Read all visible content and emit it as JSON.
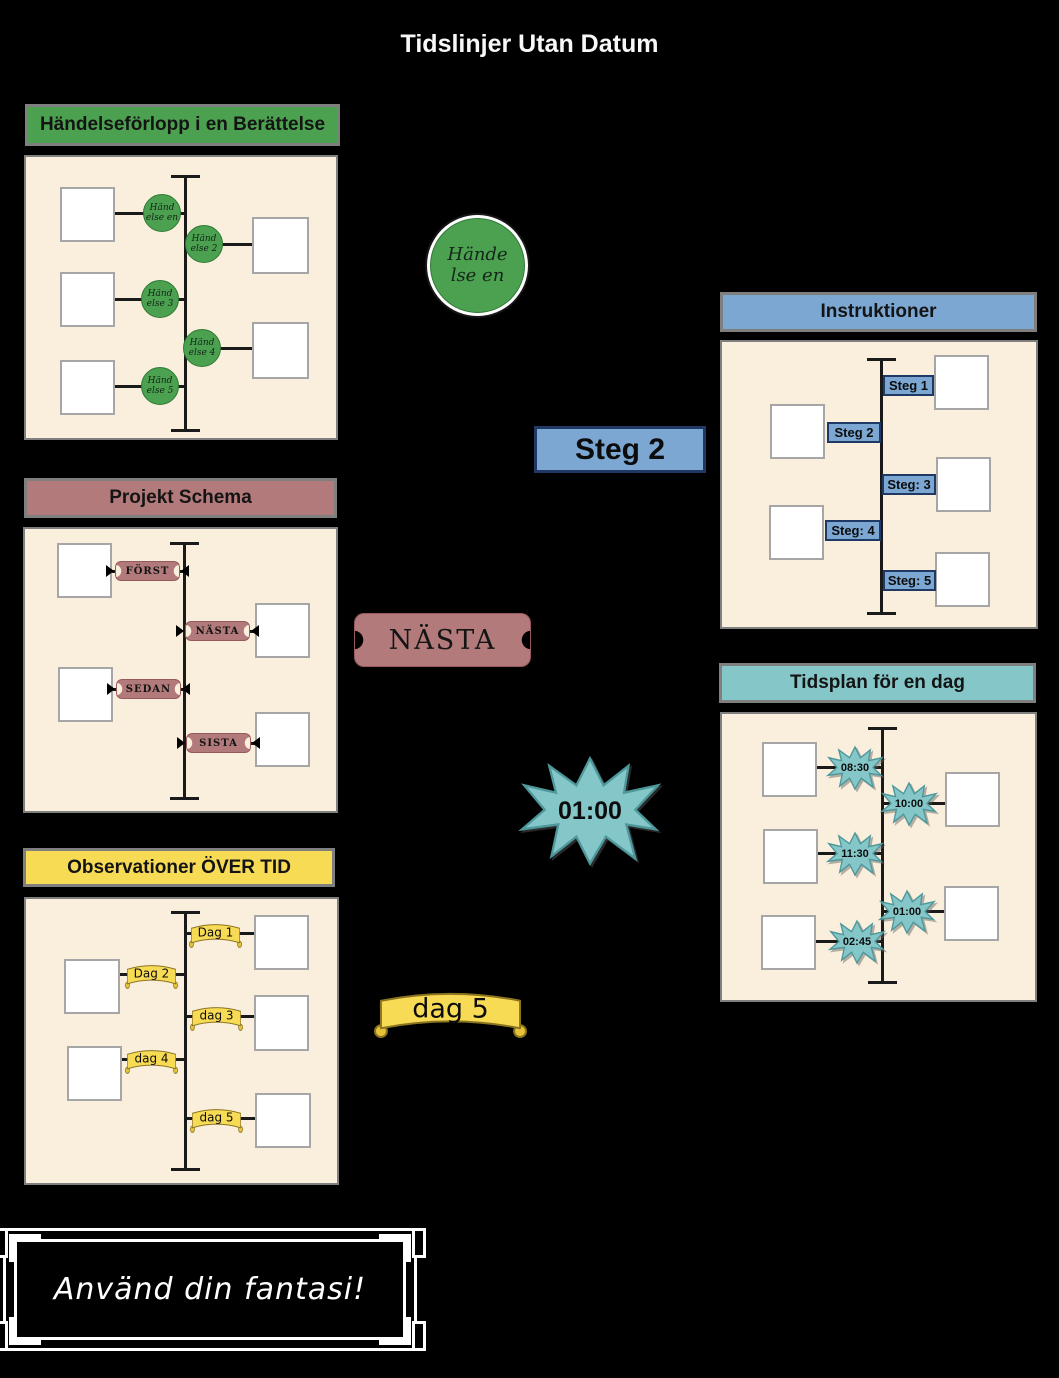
{
  "page_title": "Tidslinjer Utan Datum",
  "colors": {
    "background": "#000000",
    "panel_fill": "#FAEFDC",
    "border_grey": "#7F7F7F",
    "story_green": "#4BA14F",
    "instruction_blue": "#7BA7D2",
    "step_border_navy": "#1F3864",
    "project_maroon": "#B27A7A",
    "daily_teal": "#85C7C9",
    "observation_yellow": "#F8DB55"
  },
  "story": {
    "header": "Händelseförlopp i en Berättelse",
    "events": [
      "Händ else en",
      "Händ else 2",
      "Händ else 3",
      "Händ else 4",
      "Händ else 5"
    ]
  },
  "instructions": {
    "header": "Instruktioner",
    "steps": [
      "Steg 1",
      "Steg 2",
      "Steg: 3",
      "Steg: 4",
      "Steg: 5"
    ]
  },
  "project": {
    "header": "Projekt Schema",
    "stages": [
      "FÖRST",
      "NÄSTA",
      "SEDAN",
      "SISTA"
    ]
  },
  "daily": {
    "header": "Tidsplan för en dag",
    "times": [
      "08:30",
      "10:00",
      "11:30",
      "01:00",
      "02:45"
    ]
  },
  "observations": {
    "header": "Observationer ÖVER TID",
    "days": [
      "Dag 1",
      "Dag 2",
      "dag 3",
      "dag 4",
      "dag 5"
    ]
  },
  "floating": {
    "event_circle": "Hände lse en",
    "step_box": "Steg 2",
    "stage_ribbon": "NÄSTA",
    "time_star": "01:00",
    "day_banner": "dag 5"
  },
  "footer": {
    "message": "Använd din fantasi!"
  }
}
